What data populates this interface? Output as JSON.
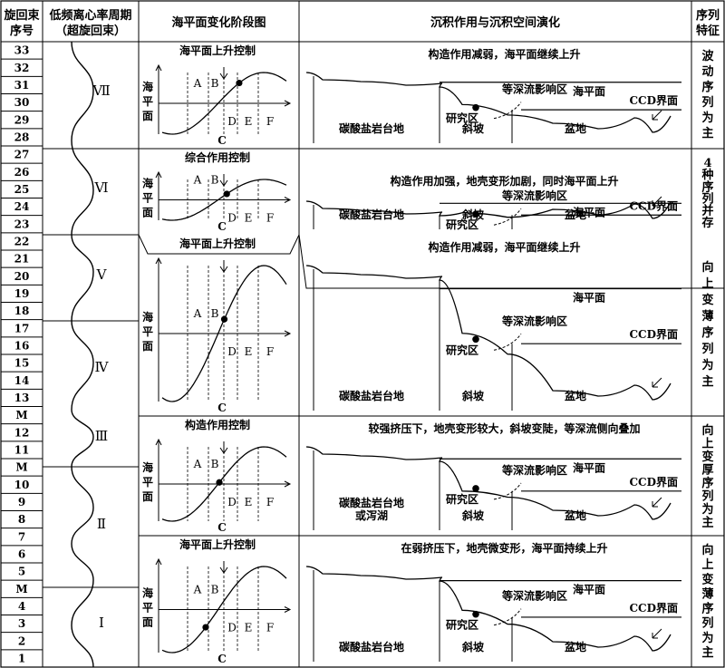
{
  "header": {
    "col1": [
      "旋回束",
      "序号"
    ],
    "col2": [
      "低频离心率周期",
      "（超旋回束）"
    ],
    "col3": "海平面变化阶段图",
    "col4": "沉积作用与沉积空间演化",
    "col5": [
      "序列",
      "特征"
    ]
  },
  "seq_labels": [
    "33",
    "32",
    "31",
    "30",
    "29",
    "28",
    "27",
    "26",
    "25",
    "24",
    "23",
    "22",
    "21",
    "20",
    "19",
    "18",
    "17",
    "16",
    "15",
    "14",
    "13",
    "M",
    "12",
    "11",
    "M",
    "10",
    "9",
    "8",
    "7",
    "6",
    "5",
    "M",
    "4",
    "3",
    "2",
    "1"
  ],
  "cycle_labels": [
    "Ⅶ",
    "Ⅵ",
    "Ⅴ",
    "Ⅳ",
    "Ⅲ",
    "Ⅱ",
    "Ⅰ"
  ],
  "common": {
    "axis_label": "海平面",
    "letters": [
      "A",
      "B",
      "C",
      "D",
      "E",
      "F"
    ],
    "sea_level": "海平面",
    "ccd": "CCD界面",
    "deepwater": "等深流影响区",
    "study_area": "研究区",
    "slope": "斜坡",
    "basin": "盆地"
  },
  "stages": [
    {
      "control": "海平面上升控制",
      "caption": "构造作用减弱，海平面继续上升",
      "platform": [
        "碳酸盐岩台地"
      ],
      "feature": "波动序列为主",
      "note": ""
    },
    {
      "control": "综合作用控制",
      "caption": "构造作用加强，地壳变形加剧，同时海平面上升",
      "platform": [
        "碳酸盐岩台地"
      ],
      "feature": "种序列并存",
      "note": "4"
    },
    {
      "control": "海平面上升控制",
      "caption": "构造作用减弱，海平面继续上升",
      "platform": [
        "碳酸盐岩台地"
      ],
      "feature": "向上变薄序列为主",
      "note": ""
    },
    {
      "control": "构造作用控制",
      "caption": "较强挤压下，地壳变形较大，斜坡变陡，等深流侧向叠加",
      "platform": [
        "碳酸盐岩台地",
        "或泻湖"
      ],
      "feature": "向上变厚序列为主",
      "note": ""
    },
    {
      "control": "海平面上升控制",
      "caption": "在弱挤压下，地壳微变形，海平面持续上升",
      "platform": [
        "碳酸盐岩台地"
      ],
      "feature": "向上变薄序列为主",
      "note": ""
    }
  ]
}
